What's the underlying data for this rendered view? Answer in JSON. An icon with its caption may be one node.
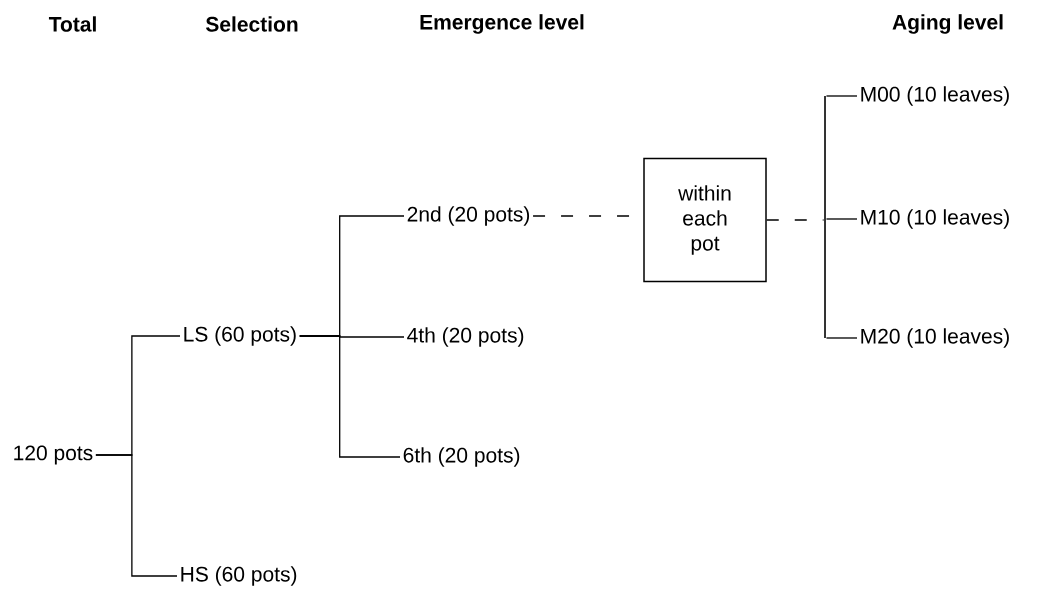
{
  "diagram": {
    "nodes": [
      {
        "text": [
          "120 pots"
        ]
      },
      {
        "text": [
          "LS (60 pots)"
        ]
      },
      {
        "text": [
          "HS (60 pots)"
        ]
      },
      {
        "text": [
          "2nd (20 pots)"
        ]
      },
      {
        "text": [
          "4th (20 pots)"
        ]
      },
      {
        "text": [
          "6th (20 pots)"
        ]
      },
      {
        "text": [
          "within each pot"
        ]
      },
      {
        "text": [],
        "shape": "bar"
      },
      {
        "text": [
          "M00 (10 leaves)"
        ]
      },
      {
        "text": [
          "M10 (10 leaves)"
        ]
      },
      {
        "text": [
          "M20 (10 leaves)"
        ]
      }
    ],
    "edges": [
      {
        "from": 0,
        "to": 1,
        "arrow": "none"
      },
      {
        "from": 0,
        "to": 2,
        "arrow": "none"
      },
      {
        "from": 1,
        "to": 3,
        "arrow": "none"
      },
      {
        "from": 1,
        "to": 4,
        "arrow": "none"
      },
      {
        "from": 1,
        "to": 5,
        "arrow": "none"
      },
      {
        "from": 3,
        "to": 6,
        "arrow": "none",
        "style": "dashed"
      },
      {
        "from": 6,
        "to": 7,
        "arrow": "none",
        "style": "dashed"
      },
      {
        "from": 7,
        "to": 8,
        "arrow": "none"
      },
      {
        "from": 7,
        "to": 9,
        "arrow": "none"
      },
      {
        "from": 7,
        "to": 10,
        "arrow": "none"
      }
    ],
    "labels": [
      "Total",
      "Selection",
      "Emergence level",
      "Aging level"
    ]
  }
}
